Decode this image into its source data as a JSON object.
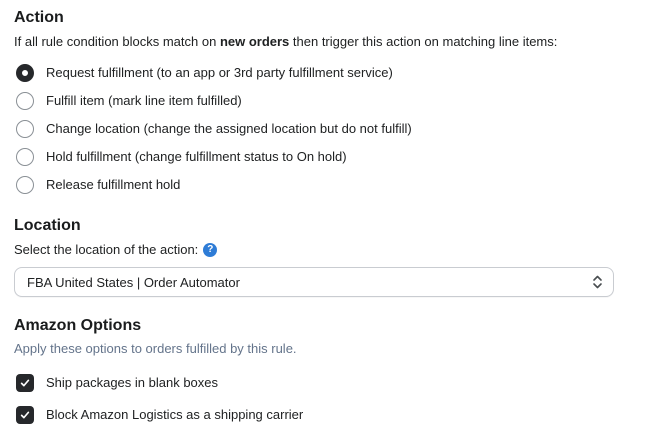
{
  "action": {
    "title": "Action",
    "description_prefix": "If all rule condition blocks match on ",
    "description_bold": "new orders",
    "description_suffix": " then trigger this action on matching line items:",
    "options": [
      {
        "label": "Request fulfillment (to an app or 3rd party fulfillment service)",
        "selected": true
      },
      {
        "label": "Fulfill item (mark line item fulfilled)",
        "selected": false
      },
      {
        "label": "Change location (change the assigned location but do not fulfill)",
        "selected": false
      },
      {
        "label": "Hold fulfillment (change fulfillment status to On hold)",
        "selected": false
      },
      {
        "label": "Release fulfillment hold",
        "selected": false
      }
    ]
  },
  "location": {
    "title": "Location",
    "label": "Select the location of the action:",
    "help_icon": "question-mark-icon",
    "selected_option": "FBA United States | Order Automator"
  },
  "amazon_options": {
    "title": "Amazon Options",
    "description": "Apply these options to orders fulfilled by this rule.",
    "checkboxes": [
      {
        "label": "Ship packages in blank boxes",
        "checked": true
      },
      {
        "label": "Block Amazon Logistics as a shipping carrier",
        "checked": true
      }
    ]
  },
  "colors": {
    "text": "#202223",
    "subdued_text": "#64748b",
    "control_dark": "#26282b",
    "radio_border": "#8a9096",
    "select_border": "#c9ccd1",
    "help_icon_blue": "#2e7cd6"
  }
}
